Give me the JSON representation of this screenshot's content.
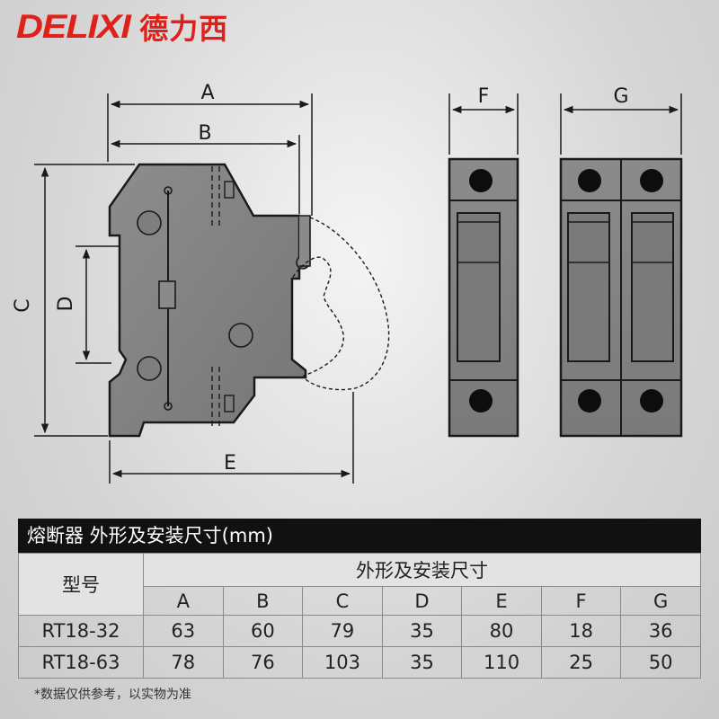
{
  "brand": {
    "latin": "DELIXI",
    "chinese": "德力西",
    "color": "#e0201b"
  },
  "dimension_labels": {
    "A": "A",
    "B": "B",
    "C": "C",
    "D": "D",
    "E": "E",
    "F": "F",
    "G": "G"
  },
  "table": {
    "title": "熔断器 外形及安装尺寸(mm)",
    "model_header": "型号",
    "dims_header": "外形及安装尺寸",
    "columns": [
      "A",
      "B",
      "C",
      "D",
      "E",
      "F",
      "G"
    ],
    "rows": [
      {
        "model": "RT18-32",
        "values": [
          "63",
          "60",
          "79",
          "35",
          "80",
          "18",
          "36"
        ]
      },
      {
        "model": "RT18-63",
        "values": [
          "78",
          "76",
          "103",
          "35",
          "110",
          "25",
          "50"
        ]
      }
    ]
  },
  "footnote": "*数据仅供参考，以实物为准"
}
